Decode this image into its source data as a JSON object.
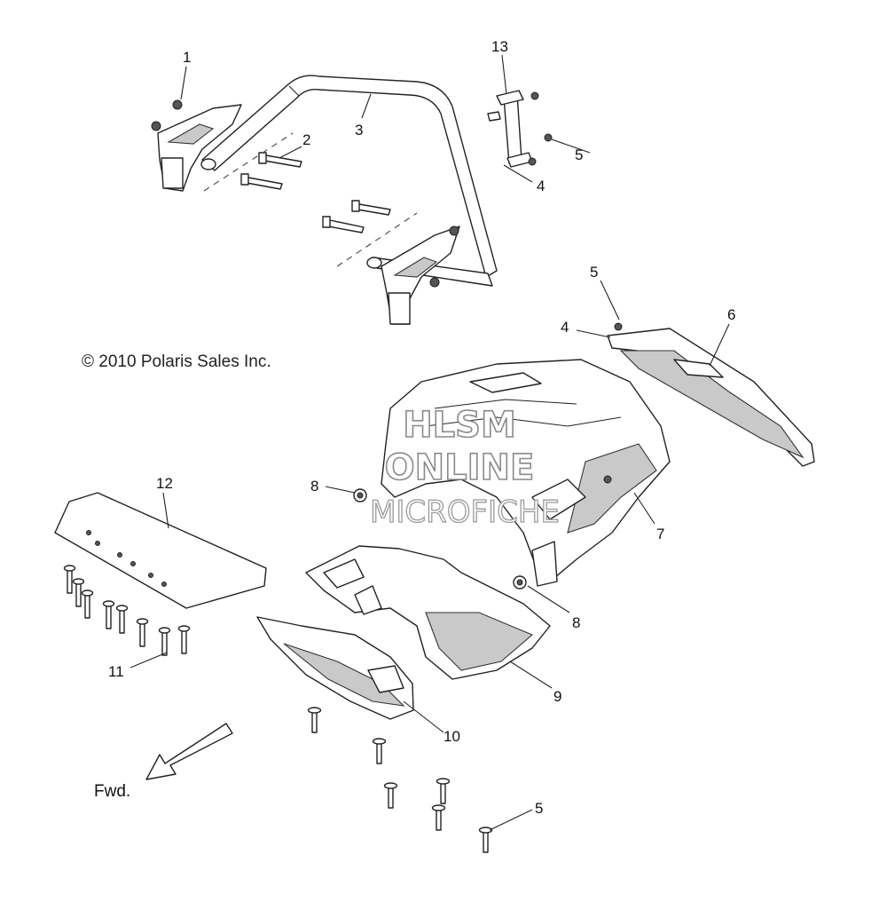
{
  "copyright": "© 2010 Polaris Sales Inc.",
  "watermark": {
    "line1": "HLSM",
    "line2": "ONLINE",
    "line3": "MICROFICHE"
  },
  "direction_label": "Fwd.",
  "callouts": [
    "1",
    "2",
    "3",
    "13",
    "5",
    "4",
    "5",
    "4",
    "6",
    "12",
    "8",
    "7",
    "8",
    "11",
    "9",
    "10",
    "5"
  ],
  "colors": {
    "line": "#222222",
    "shade": "#c9c9c9",
    "background": "#ffffff"
  }
}
